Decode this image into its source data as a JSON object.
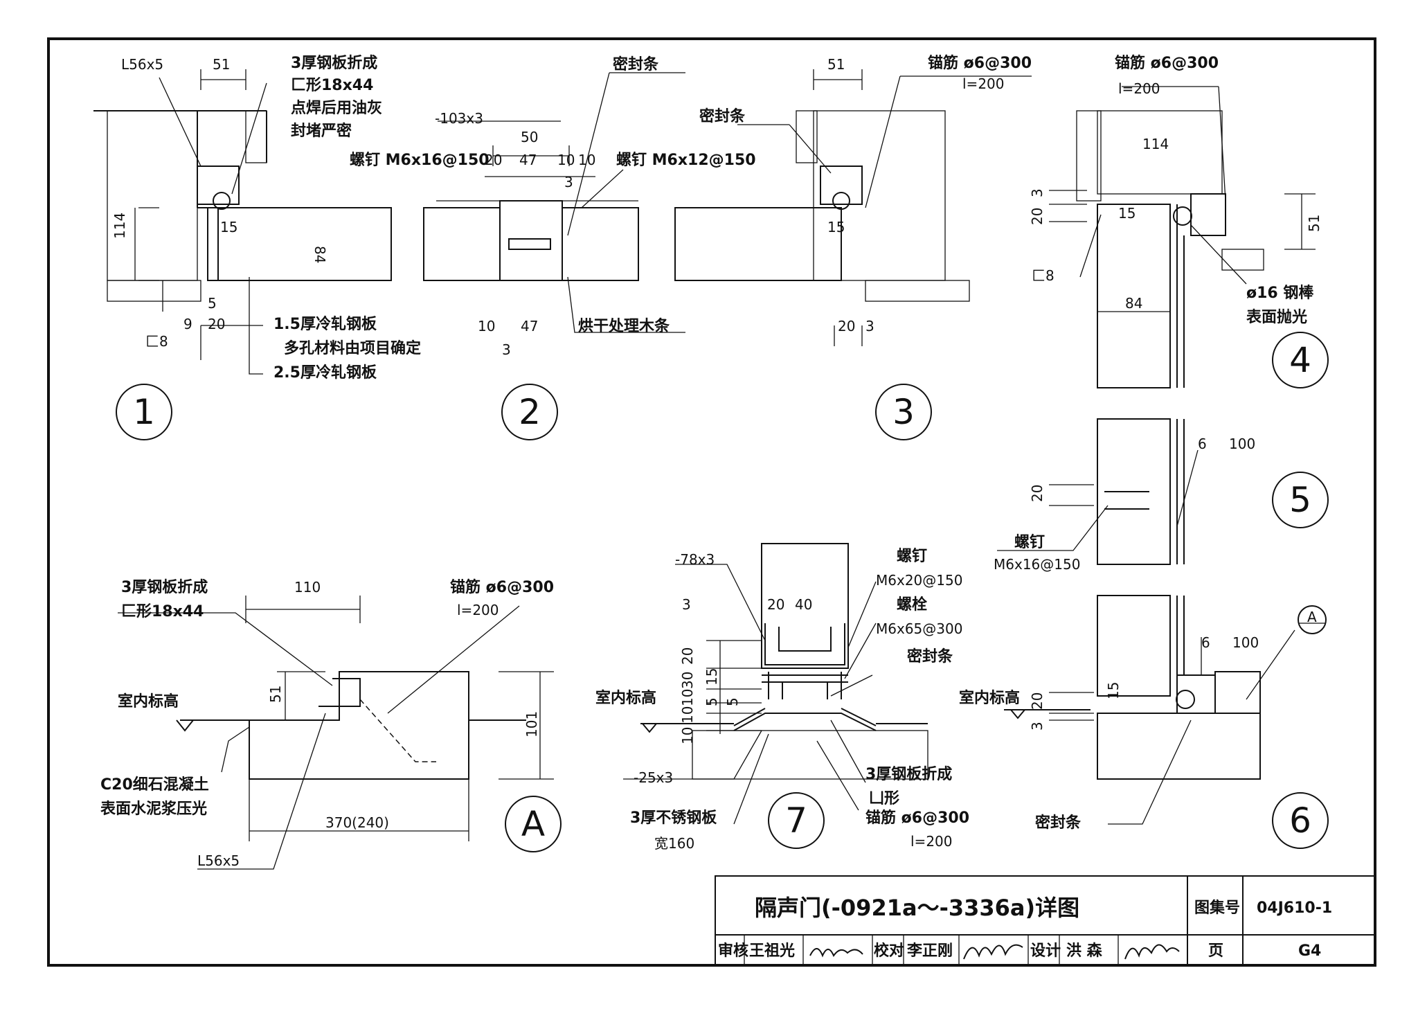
{
  "details": {
    "d1": {
      "number": "1",
      "angle": "L56x5",
      "width": "51",
      "note1": "3厚钢板折成",
      "note2": "匚形18x44",
      "note3": "点焊后用油灰",
      "note4": "封堵严密",
      "dim_114": "114",
      "dim_15": "15",
      "dim_84": "84",
      "channel": "匚8",
      "dim_5": "5",
      "dim_9": "9",
      "dim_20": "20",
      "mat1": "1.5厚冷轧钢板",
      "mat2": "多孔材料由项目确定",
      "mat3": "2.5厚冷轧钢板"
    },
    "d2": {
      "number": "2",
      "plate": "-103x3",
      "dim_50": "50",
      "seal": "密封条",
      "screw1": "螺钉 M6x16@150",
      "screw2": "螺钉 M6x12@150",
      "dim_20": "20",
      "dim_47": "47",
      "dim_10a": "10",
      "dim_10b": "10",
      "dim_3": "3",
      "bottom_10": "10",
      "bottom_47": "47",
      "bottom_3": "3",
      "wood": "烘干处理木条"
    },
    "d3": {
      "number": "3",
      "width": "51",
      "anchor": "锚筋 ø6@300",
      "anchor_len": "l=200",
      "seal": "密封条",
      "dim_15": "15",
      "dim_20": "20",
      "dim_3": "3"
    },
    "d4": {
      "number": "4",
      "anchor": "锚筋 ø6@300",
      "anchor_len": "l=200",
      "dim_114": "114",
      "dim_20": "20",
      "dim_3": "3",
      "dim_15": "15",
      "dim_51": "51",
      "channel": "匚8",
      "dim_84": "84",
      "rod1": "ø16 钢棒",
      "rod2": "表面抛光"
    },
    "d5": {
      "number": "5",
      "dim_6": "6",
      "dim_100": "100",
      "dim_20": "20",
      "screw1": "螺钉",
      "screw2": "M6x16@150"
    },
    "d6": {
      "number": "6",
      "section": "A",
      "dim_6": "6",
      "dim_100": "100",
      "floor": "室内标高",
      "dim_20": "20",
      "dim_3": "3",
      "dim_15": "15",
      "seal": "密封条"
    },
    "dA": {
      "number": "A",
      "note1": "3厚钢板折成",
      "note2": "匚形18x44",
      "dim_110": "110",
      "anchor": "锚筋 ø6@300",
      "anchor_len": "l=200",
      "dim_51": "51",
      "floor": "室内标高",
      "dim_101": "101",
      "conc1": "C20细石混凝土",
      "conc2": "表面水泥浆压光",
      "dim_370": "370(240)",
      "angle": "L56x5"
    },
    "d7": {
      "number": "7",
      "plate78": "-78x3",
      "dim_3": "3",
      "dim_20": "20",
      "dim_40": "40",
      "screw1": "螺钉",
      "screw2": "M6x20@150",
      "bolt1": "螺栓",
      "bolt2": "M6x65@300",
      "seal": "密封条",
      "floor": "室内标高",
      "v20": "20",
      "v30": "30",
      "v15": "15",
      "v10a": "10",
      "v5": "5",
      "v5b": "5",
      "v10b": "10",
      "v10c": "10",
      "plate25": "-25x3",
      "ss1": "3厚不锈钢板",
      "ss2": "宽160",
      "fold1": "3厚钢板折成",
      "fold2": "凵形",
      "anchor": "锚筋 ø6@300",
      "anchor_len": "l=200"
    }
  },
  "title_block": {
    "title": "隔声门(-0921a～-3336a)详图",
    "atlas_label": "图集号",
    "atlas_no": "04J610-1",
    "review_label": "审核",
    "reviewer": "王祖光",
    "check_label": "校对",
    "checker": "李正刚",
    "design_label": "设计",
    "designer": "洪 森",
    "page_label": "页",
    "page_no": "G4"
  }
}
